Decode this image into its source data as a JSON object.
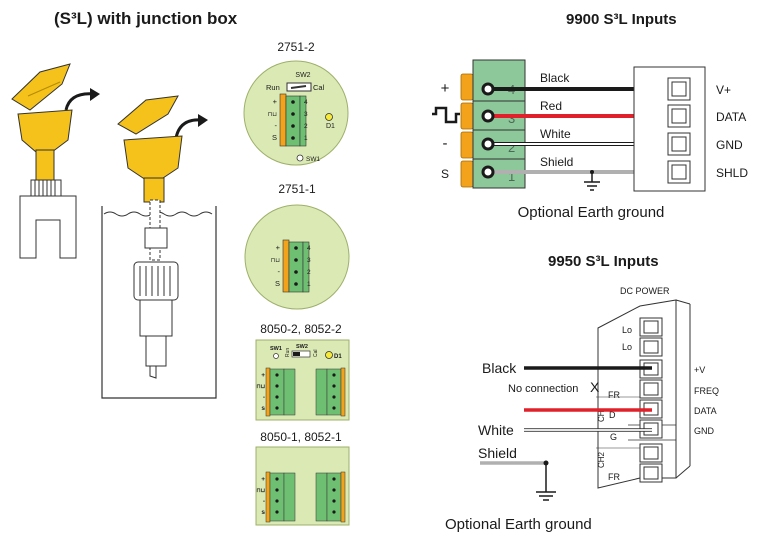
{
  "title_main": "(S³L) with junction box",
  "boards": {
    "b1": {
      "label": "2751-2",
      "sw2": "SW2",
      "run": "Run",
      "cal": "Cal",
      "d1": "D1",
      "sw1": "SW1",
      "pins": [
        "4",
        "3",
        "2",
        "1"
      ],
      "signals": [
        "+",
        "⊓⊔",
        "-",
        "S"
      ]
    },
    "b2": {
      "label": "2751-1",
      "pins": [
        "4",
        "3",
        "2",
        "1"
      ],
      "signals": [
        "+",
        "⊓⊔",
        "-",
        "S"
      ]
    },
    "b3": {
      "label": "8050-2, 8052-2",
      "sw1": "SW1",
      "sw2": "SW2",
      "run": "Run",
      "cal": "Cal",
      "d1": "D1",
      "signals": [
        "+",
        "⊓⊔",
        "-",
        "s"
      ]
    },
    "b4": {
      "label": "8050-1, 8052-1",
      "signals": [
        "+",
        "⊓⊔",
        "-",
        "s"
      ]
    }
  },
  "inputs_9900": {
    "title": "9900 S³L Inputs",
    "pins": [
      "4",
      "3",
      "2",
      "1"
    ],
    "signals": [
      "+",
      "⊓⊔",
      "-",
      "S"
    ],
    "wires": [
      "Black",
      "Red",
      "White",
      "Shield"
    ],
    "terminals": [
      "V+",
      "DATA",
      "GND",
      "SHLD"
    ],
    "ground_label": "Optional Earth ground",
    "colors": {
      "black": "#1a1a1a",
      "red": "#e0202a",
      "white": "#ffffff",
      "shield": "#b0b0b0",
      "green": "#8dc89a",
      "orange": "#f2a21b"
    }
  },
  "inputs_9950": {
    "title": "9950 S³L Inputs",
    "dc_power": "DC POWER",
    "partial_labels": [
      "Lo",
      "Lo",
      "FR",
      "D",
      "G",
      "FR"
    ],
    "ch_labels": [
      "CH",
      "CH2"
    ],
    "terminals": [
      "+V",
      "FREQ",
      "DATA",
      "GND"
    ],
    "wires": {
      "black": "Black",
      "white": "White",
      "shield": "Shield"
    },
    "no_connection": "No connection",
    "x_mark": "X",
    "ground_label": "Optional Earth ground"
  }
}
